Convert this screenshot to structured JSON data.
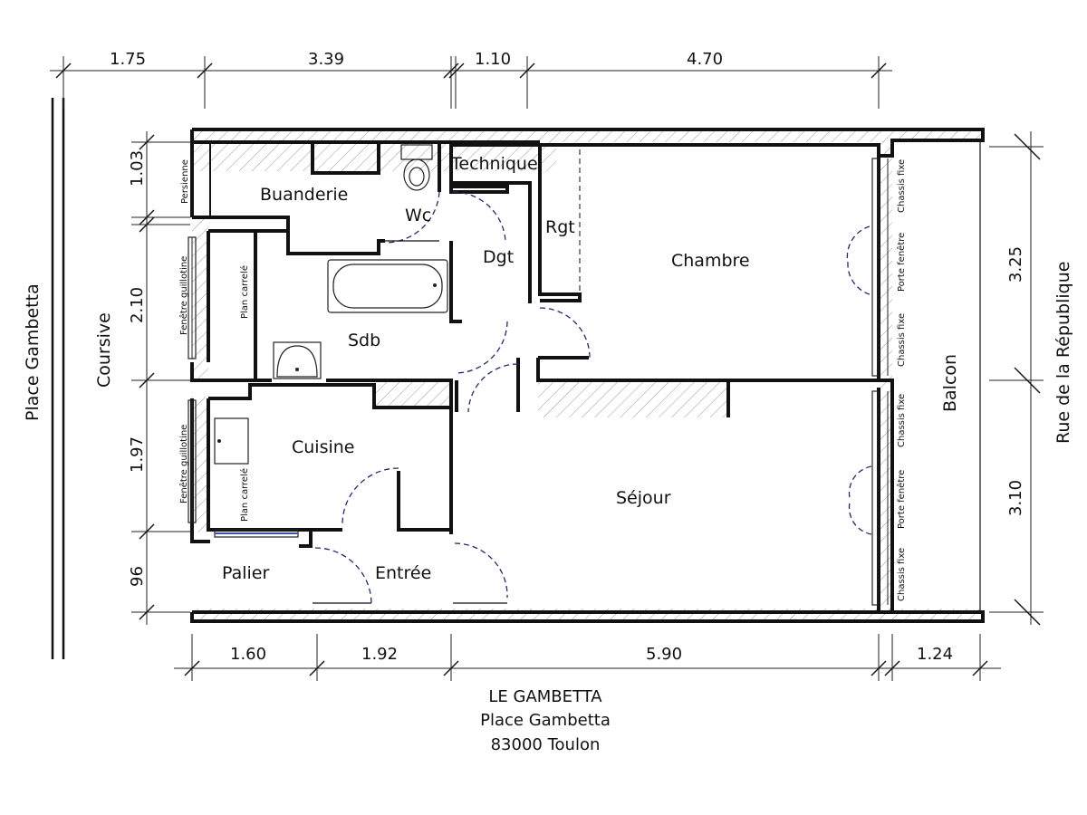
{
  "streets": {
    "left": "Place Gambetta",
    "right": "Rue de la République",
    "corridor": "Coursive",
    "balcony": "Balcon"
  },
  "rooms": {
    "buanderie": "Buanderie",
    "wc": "Wc",
    "technique": "Technique",
    "dgt": "Dgt",
    "rgt": "Rgt",
    "chambre": "Chambre",
    "sdb": "Sdb",
    "cuisine": "Cuisine",
    "sejour": "Séjour",
    "palier": "Palier",
    "entree": "Entrée"
  },
  "annotations": {
    "persienne": "Persienne",
    "fenetre_guillotine": "Fenêtre guillotine",
    "plan_carrele": "Plan carrelé",
    "chassis_fixe": "Chassis fixe",
    "porte_fenetre": "Porte fenêtre"
  },
  "dimensions": {
    "top": [
      "1.75",
      "3.39",
      "1.10",
      "4.70"
    ],
    "bottom": [
      "1.60",
      "1.92",
      "5.90",
      "1.24"
    ],
    "left": [
      "1.03",
      "2.10",
      "1.97",
      "96"
    ],
    "right": [
      "3.25",
      "3.10"
    ]
  },
  "title_block": {
    "line1": "LE GAMBETTA",
    "line2": "Place Gambetta",
    "line3": "83000 Toulon"
  }
}
